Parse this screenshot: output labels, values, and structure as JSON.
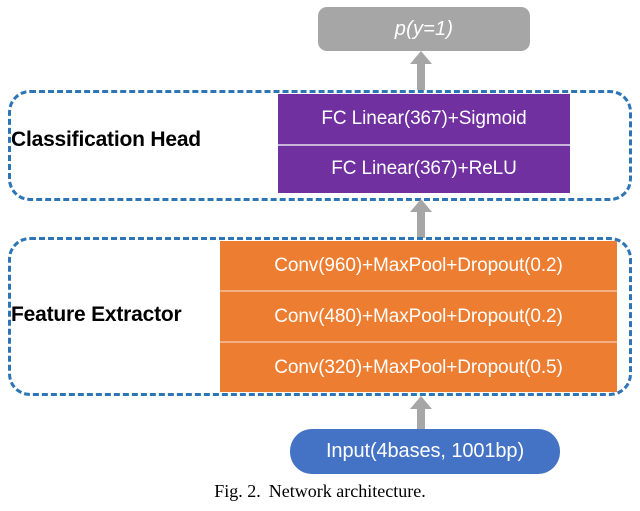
{
  "figure": {
    "caption_label": "Fig. 2.",
    "caption_text": "Network architecture.",
    "colors": {
      "output_node": "#A6A6A6",
      "group_border": "#2E75B6",
      "classification_block": "#7030A0",
      "feature_block": "#ED7D31",
      "input_node": "#4472C4",
      "arrow": "#A6A6A6"
    }
  },
  "output_node": {
    "label": "p(y=1)"
  },
  "groups": [
    {
      "name": "classification-head",
      "label": "Classification Head",
      "layers": [
        {
          "label": "FC Linear(367)+Sigmoid"
        },
        {
          "label": "FC Linear(367)+ReLU"
        }
      ]
    },
    {
      "name": "feature-extractor",
      "label": "Feature Extractor",
      "layers": [
        {
          "label": "Conv(960)+MaxPool+Dropout(0.2)"
        },
        {
          "label": "Conv(480)+MaxPool+Dropout(0.2)"
        },
        {
          "label": "Conv(320)+MaxPool+Dropout(0.5)"
        }
      ]
    }
  ],
  "input_node": {
    "label": "Input(4bases, 1001bp)"
  },
  "arrows": [
    {
      "name": "arrow-to-output",
      "direction": "up"
    },
    {
      "name": "arrow-to-classification-head",
      "direction": "up"
    },
    {
      "name": "arrow-to-feature-extractor",
      "direction": "up"
    }
  ]
}
